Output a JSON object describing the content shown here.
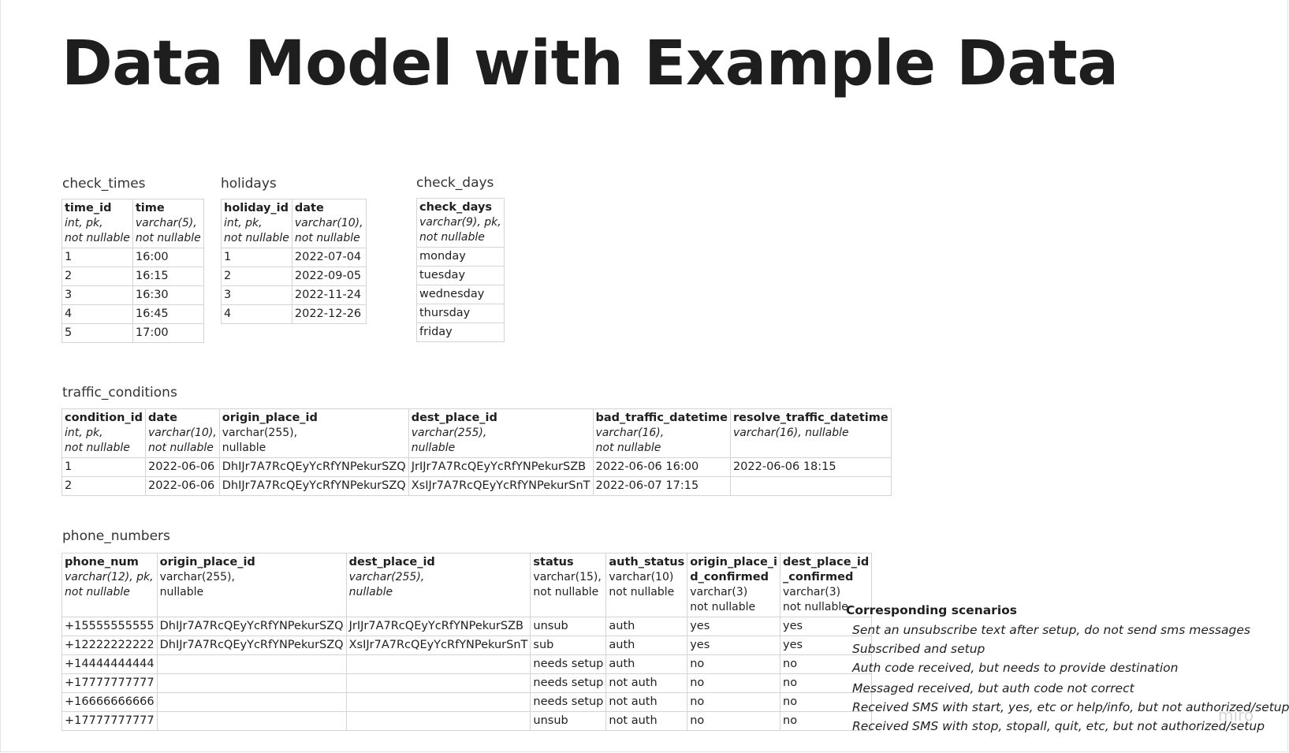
{
  "title": "Data Model with Example Data",
  "check_times": {
    "name": "check_times",
    "columns": [
      {
        "name": "time_id",
        "type": "int, pk,\nnot nullable",
        "italic": true
      },
      {
        "name": "time",
        "type": "varchar(5),\nnot nullable",
        "italic": true
      }
    ],
    "rows": [
      [
        "1",
        "16:00"
      ],
      [
        "2",
        "16:15"
      ],
      [
        "3",
        "16:30"
      ],
      [
        "4",
        "16:45"
      ],
      [
        "5",
        "17:00"
      ]
    ]
  },
  "holidays": {
    "name": "holidays",
    "columns": [
      {
        "name": "holiday_id",
        "type": "int, pk,\nnot nullable",
        "italic": true
      },
      {
        "name": "date",
        "type": "varchar(10),\nnot nullable",
        "italic": true
      }
    ],
    "rows": [
      [
        "1",
        "2022-07-04"
      ],
      [
        "2",
        "2022-09-05"
      ],
      [
        "3",
        "2022-11-24"
      ],
      [
        "4",
        "2022-12-26"
      ]
    ]
  },
  "check_days": {
    "name": "check_days",
    "columns": [
      {
        "name": "check_days",
        "type": "varchar(9), pk,\nnot nullable",
        "italic": true
      }
    ],
    "rows": [
      [
        "monday"
      ],
      [
        "tuesday"
      ],
      [
        "wednesday"
      ],
      [
        "thursday"
      ],
      [
        "friday"
      ]
    ]
  },
  "traffic_conditions": {
    "name": "traffic_conditions",
    "columns": [
      {
        "name": "condition_id",
        "type": "int, pk,\nnot nullable",
        "italic": true
      },
      {
        "name": "date",
        "type": "varchar(10),\nnot nullable",
        "italic": true
      },
      {
        "name": "origin_place_id",
        "type": "varchar(255),\nnullable",
        "italic": false
      },
      {
        "name": "dest_place_id",
        "type": "varchar(255),\nnullable",
        "italic": true
      },
      {
        "name": "bad_traffic_datetime",
        "type": "varchar(16),\nnot nullable",
        "italic": true
      },
      {
        "name": "resolve_traffic_datetime",
        "type": "varchar(16), nullable",
        "italic": true
      }
    ],
    "rows": [
      [
        "1",
        "2022-06-06",
        "DhIJr7A7RcQEyYcRfYNPekurSZQ",
        "JrIJr7A7RcQEyYcRfYNPekurSZB",
        "2022-06-06 16:00",
        "2022-06-06 18:15"
      ],
      [
        "2",
        "2022-06-06",
        "DhIJr7A7RcQEyYcRfYNPekurSZQ",
        "XsIJr7A7RcQEyYcRfYNPekurSnT",
        "2022-06-07 17:15",
        ""
      ]
    ]
  },
  "phone_numbers": {
    "name": "phone_numbers",
    "columns": [
      {
        "name": "phone_num",
        "type": "varchar(12), pk,\nnot nullable",
        "italic": true
      },
      {
        "name": "origin_place_id",
        "type": "varchar(255),\nnullable",
        "italic": false
      },
      {
        "name": "dest_place_id",
        "type": "varchar(255),\nnullable",
        "italic": true
      },
      {
        "name": "status",
        "type": "varchar(15),\nnot nullable",
        "italic": false
      },
      {
        "name": "auth_status",
        "type": "varchar(10)\nnot nullable",
        "italic": false
      },
      {
        "name": "origin_place_i\nd_confirmed",
        "type": "varchar(3)\nnot nullable",
        "italic": false
      },
      {
        "name": "dest_place_id\n_confirmed",
        "type": "varchar(3)\nnot nullable",
        "italic": false
      }
    ],
    "rows": [
      [
        "+15555555555",
        "DhIJr7A7RcQEyYcRfYNPekurSZQ",
        "JrIJr7A7RcQEyYcRfYNPekurSZB",
        "unsub",
        "auth",
        "yes",
        "yes"
      ],
      [
        "+12222222222",
        "DhIJr7A7RcQEyYcRfYNPekurSZQ",
        "XsIJr7A7RcQEyYcRfYNPekurSnT",
        "sub",
        "auth",
        "yes",
        "yes"
      ],
      [
        "+14444444444",
        "",
        "",
        "needs setup",
        "auth",
        "no",
        "no"
      ],
      [
        "+17777777777",
        "",
        "",
        "needs setup",
        "not auth",
        "no",
        "no"
      ],
      [
        "+16666666666",
        "",
        "",
        "needs setup",
        "not auth",
        "no",
        "no"
      ],
      [
        "+17777777777",
        "",
        "",
        "unsub",
        "not auth",
        "no",
        "no"
      ]
    ]
  },
  "scenarios": {
    "title": "Corresponding scenarios",
    "items": [
      "Sent an unsubscribe text after setup, do not send sms messages",
      "Subscribed and setup",
      "Auth code received, but needs to provide destination",
      "Messaged received, but auth code not correct",
      "Received SMS with start, yes, etc or help/info, but not authorized/setup",
      "Received SMS with stop, stopall, quit, etc, but not authorized/setup"
    ]
  },
  "watermark": "miro"
}
